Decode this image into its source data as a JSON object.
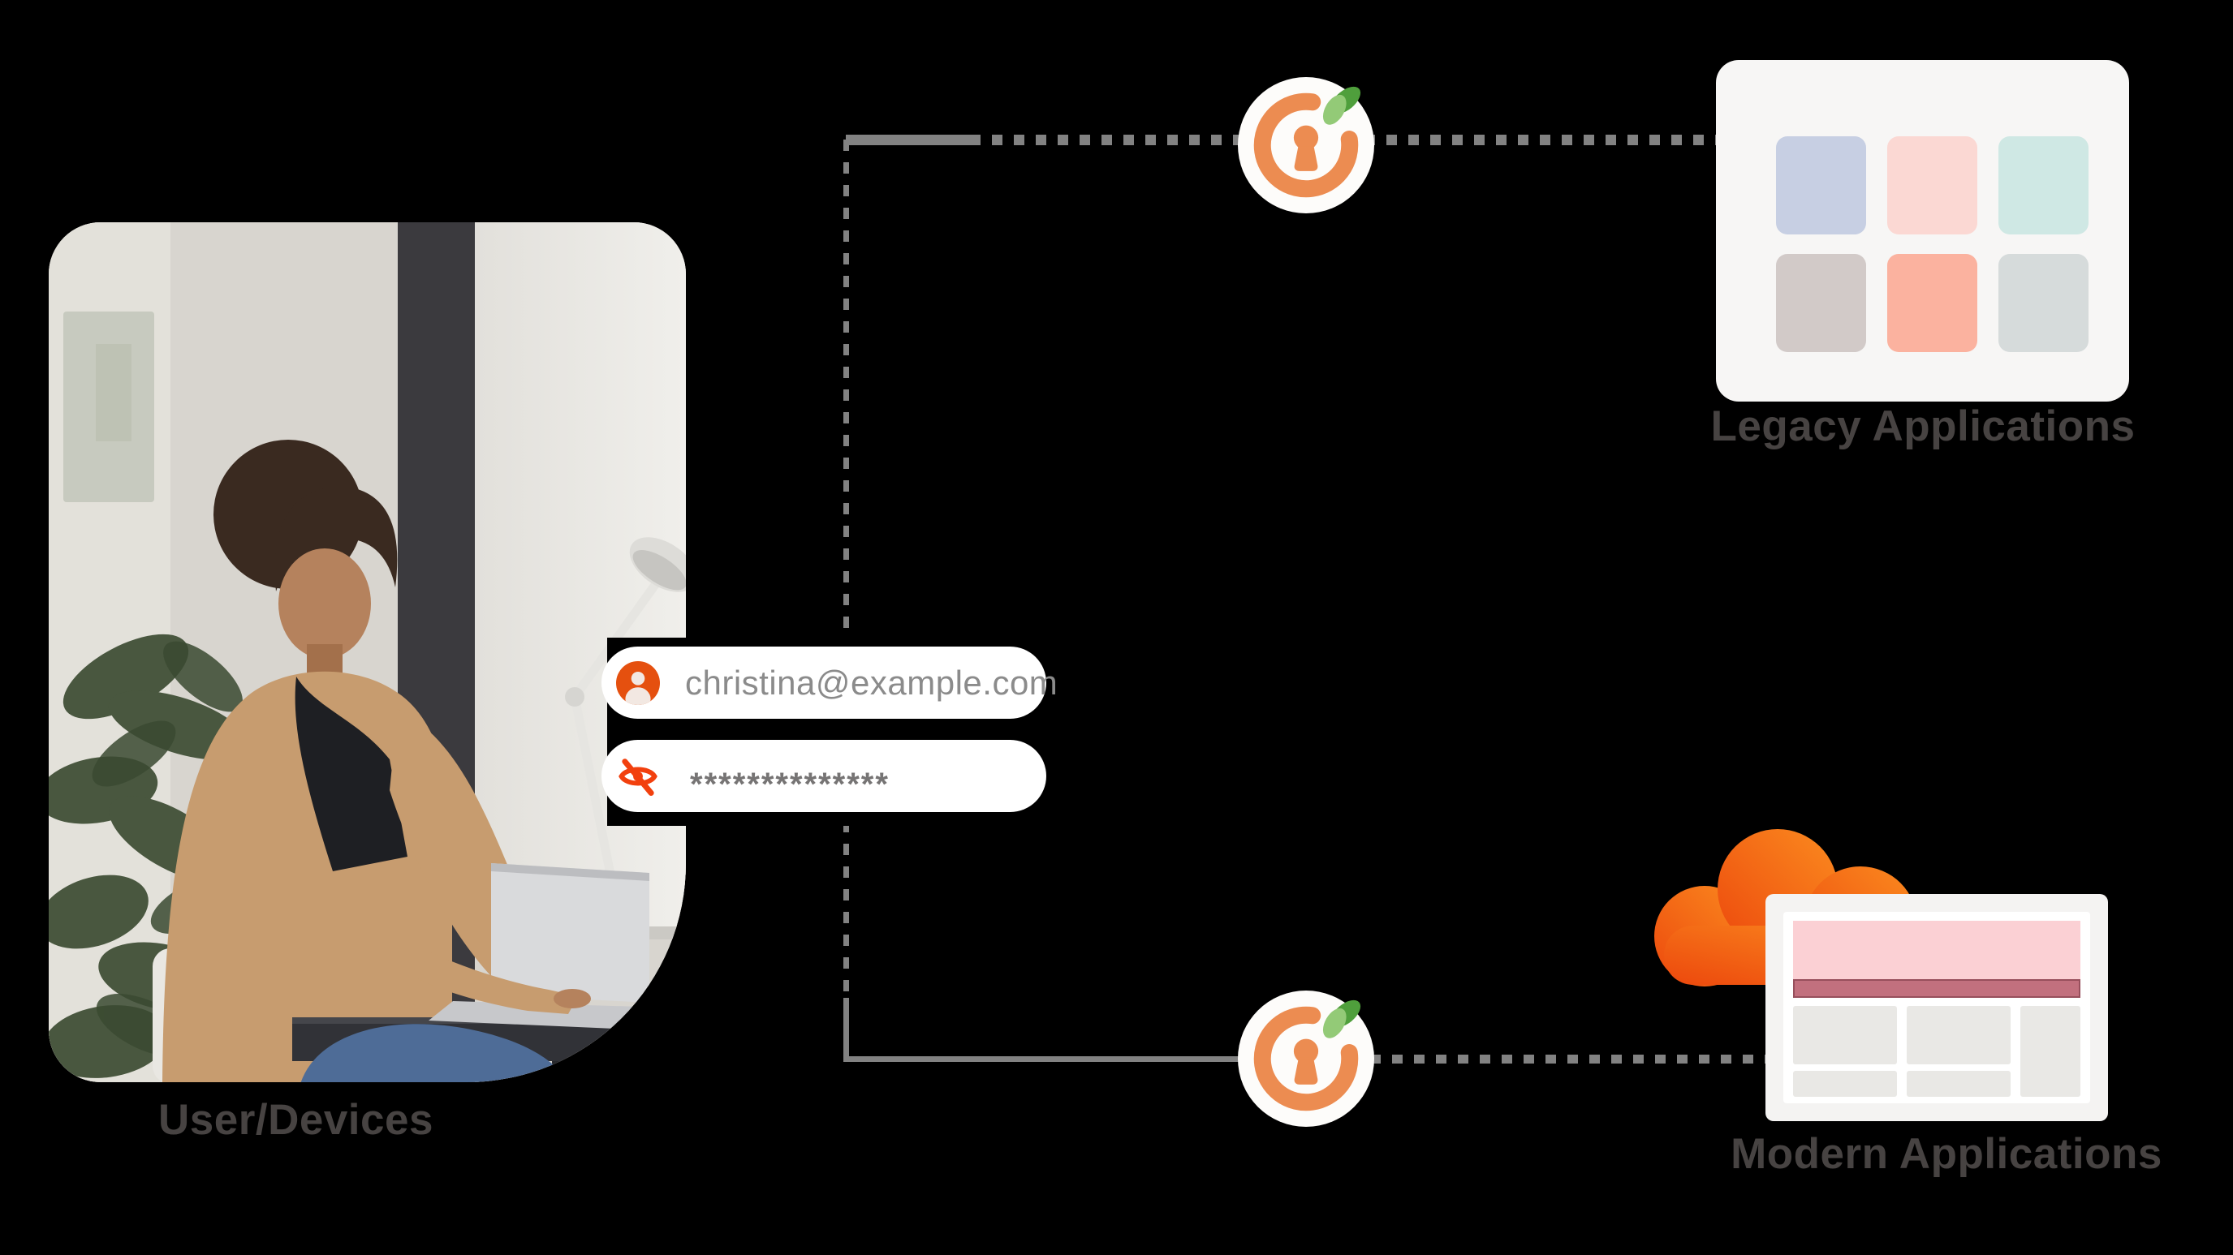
{
  "page": {
    "background": "#000000"
  },
  "user_section": {
    "label": "User/Devices"
  },
  "credentials": {
    "email": {
      "value": "christina@example.com",
      "icon": "user-avatar-icon"
    },
    "password": {
      "masked_value": "**************",
      "icon": "eye-off-icon"
    }
  },
  "auth_badge": {
    "icon": "keyhole-leaf-icon",
    "ring_color": "#ec8c51",
    "leaf_green_dark": "#4f9f3c",
    "leaf_green_light": "#93ca77",
    "background": "#fdfcfa"
  },
  "legacy_section": {
    "label": "Legacy Applications",
    "card_background": "#f7f6f5",
    "tiles": [
      "#c7cfe3",
      "#fbd8d3",
      "#cfe8e4",
      "#d2cac8",
      "#fbb29f",
      "#d6dbdb"
    ]
  },
  "modern_section": {
    "label": "Modern Applications",
    "cloud_gradient_start": "#ec480d",
    "cloud_gradient_end": "#fb8b1f"
  },
  "colors": {
    "connector": "#828282",
    "label_text": "#474342",
    "field_text": "#8b8b8b",
    "avatar_orange": "#e5500f",
    "eye_icon_orange": "#f2400e",
    "window_outer": "#f4f3f2",
    "window_panel": "#ffffff",
    "banner_pink": "#fbd0d4",
    "banner_strip": "#c2707e",
    "window_block_gray": "#e9e8e5"
  }
}
